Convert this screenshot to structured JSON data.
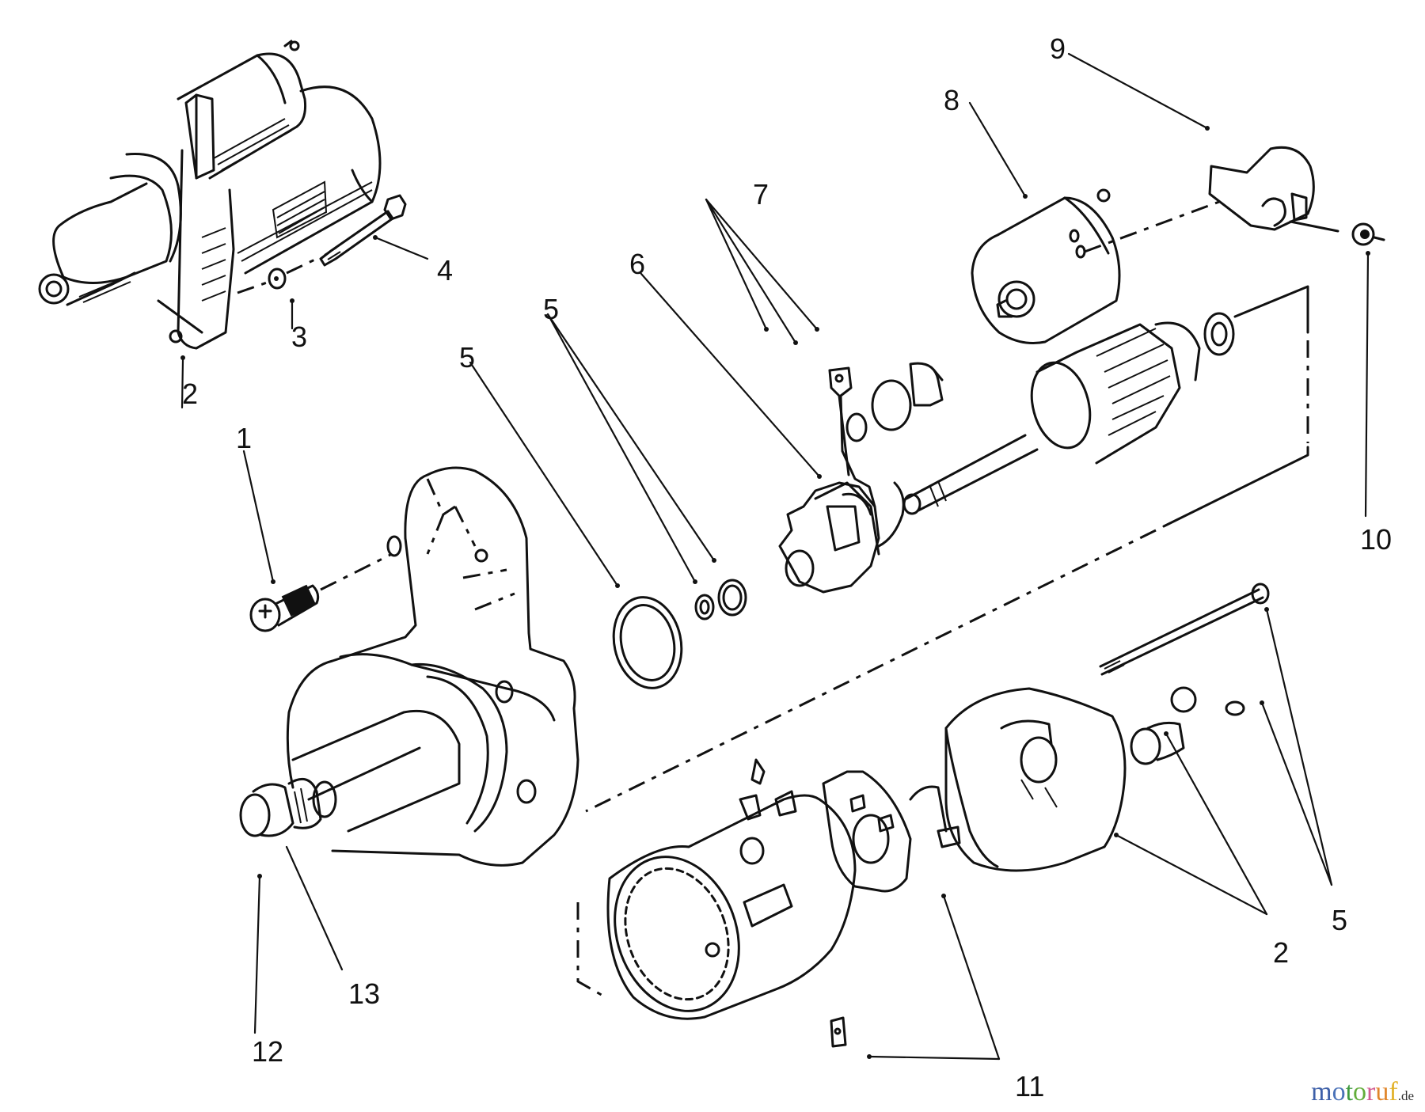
{
  "diagram": {
    "title": "Starter motor exploded view",
    "callouts": [
      {
        "id": "c1",
        "text": "1"
      },
      {
        "id": "c2a",
        "text": "2"
      },
      {
        "id": "c3",
        "text": "3"
      },
      {
        "id": "c4",
        "text": "4"
      },
      {
        "id": "c5a",
        "text": "5"
      },
      {
        "id": "c5b",
        "text": "5"
      },
      {
        "id": "c6",
        "text": "6"
      },
      {
        "id": "c7",
        "text": "7"
      },
      {
        "id": "c8",
        "text": "8"
      },
      {
        "id": "c9",
        "text": "9"
      },
      {
        "id": "c10",
        "text": "10"
      },
      {
        "id": "c5c",
        "text": "5"
      },
      {
        "id": "c2b",
        "text": "2"
      },
      {
        "id": "c11",
        "text": "11"
      },
      {
        "id": "c12",
        "text": "12"
      },
      {
        "id": "c13",
        "text": "13"
      }
    ]
  },
  "watermark": {
    "letters": [
      "m",
      "o",
      "t",
      "o",
      "r",
      "u",
      "f"
    ],
    "colors": [
      "#3d5fa8",
      "#4a72b8",
      "#3f9a3f",
      "#62ad3a",
      "#d35c92",
      "#e0852a",
      "#e2b22a"
    ],
    "tld": ".de"
  }
}
